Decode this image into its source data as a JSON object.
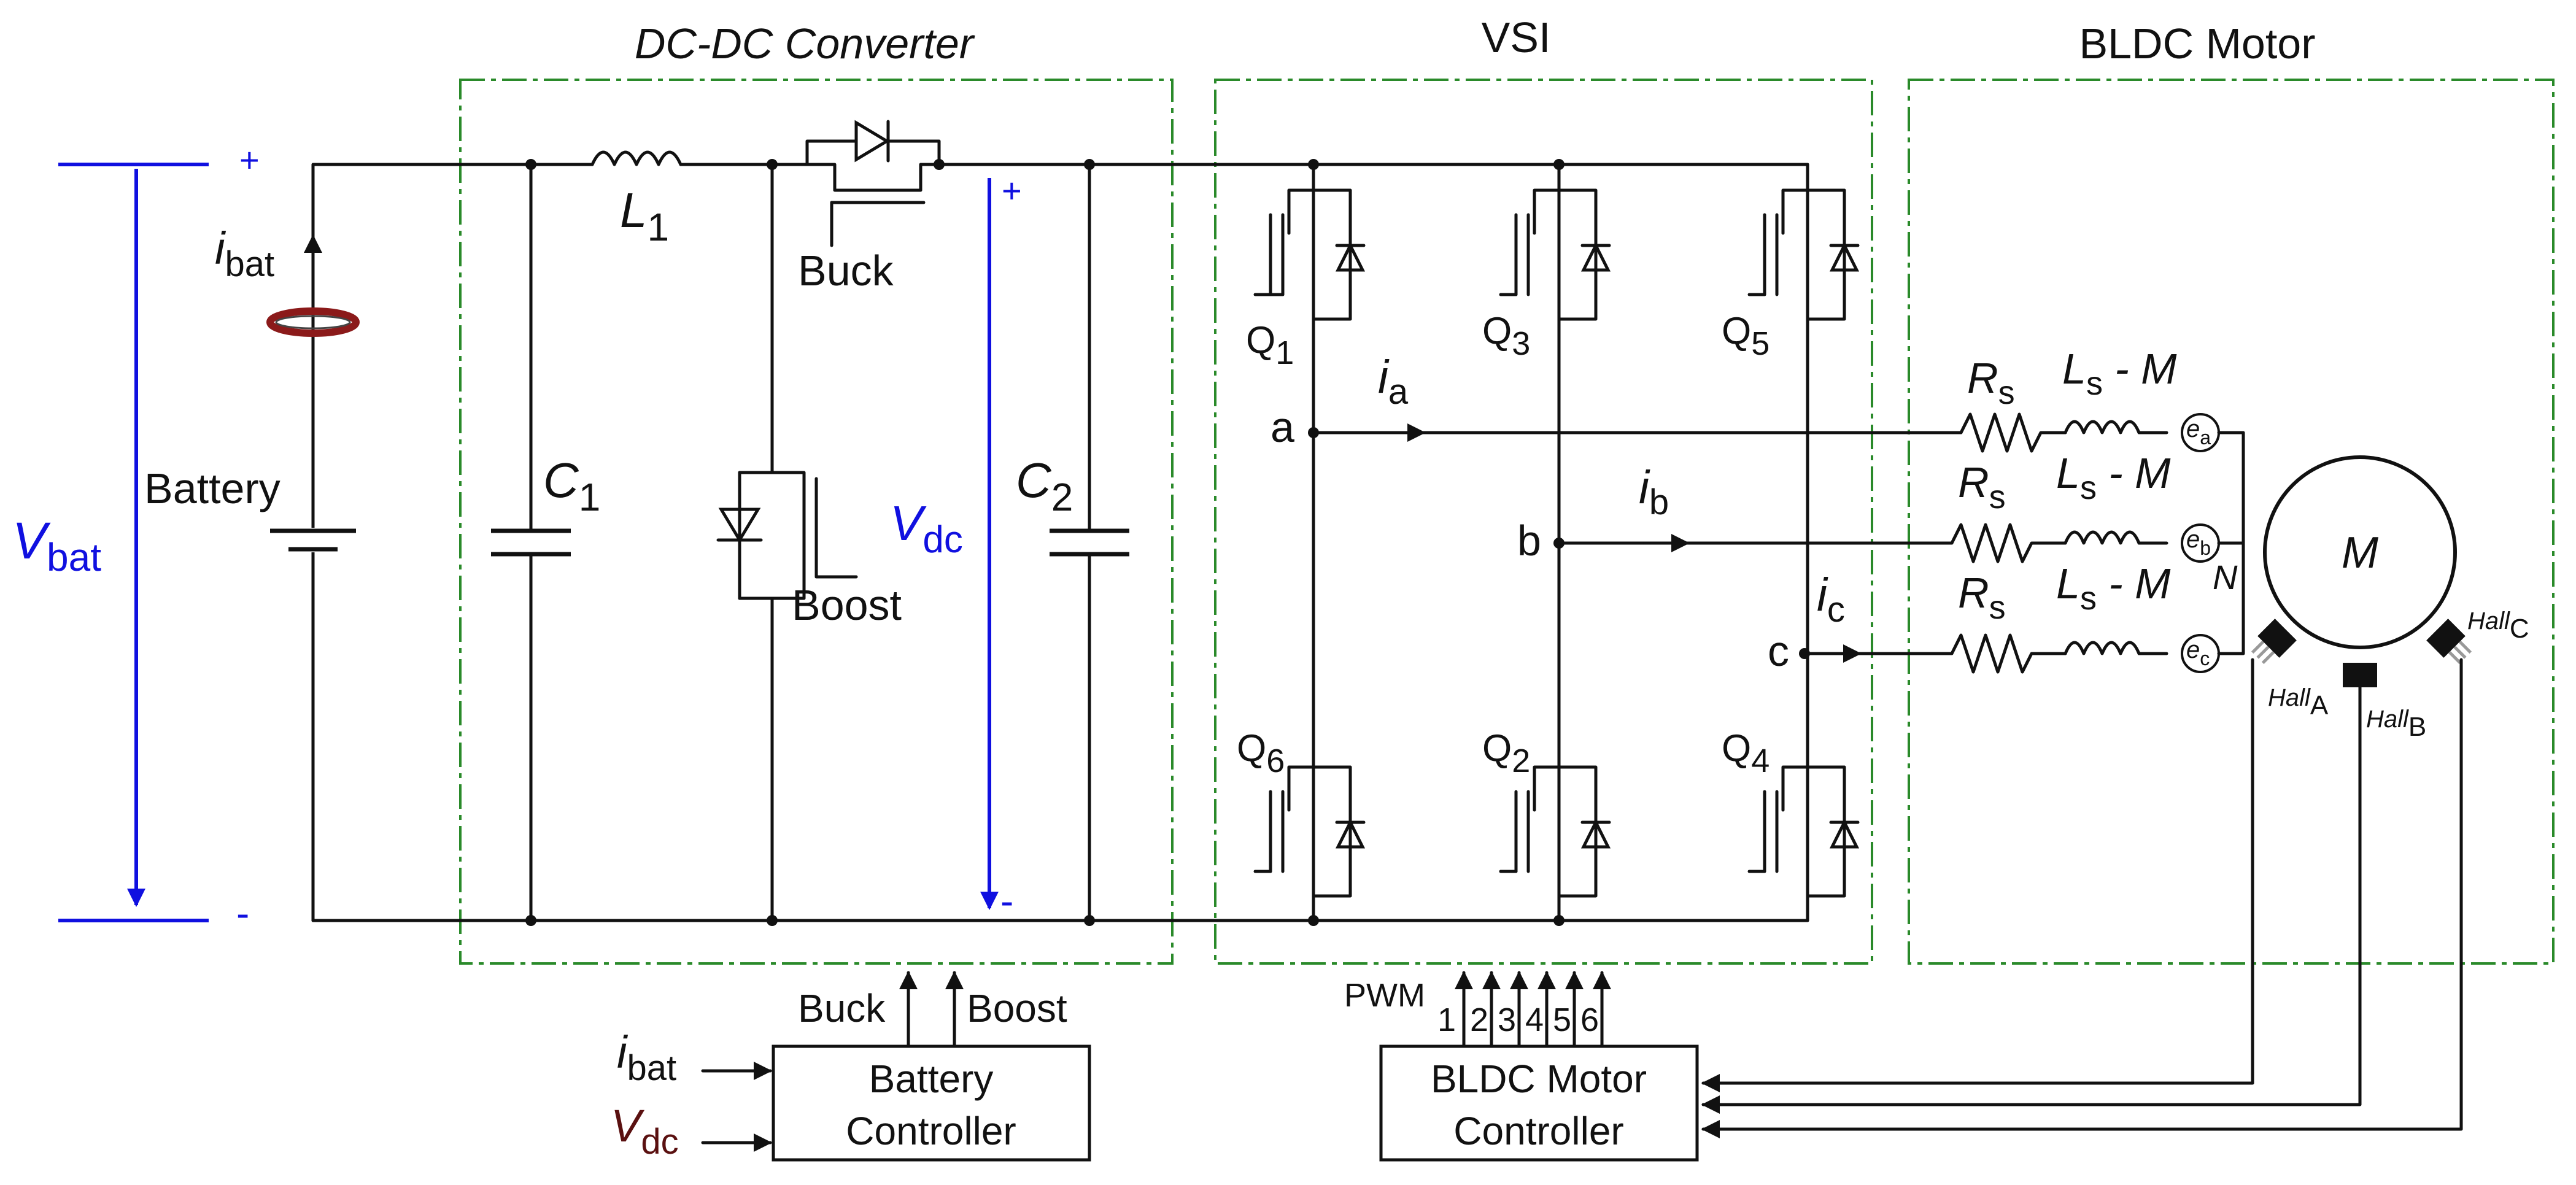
{
  "titles": {
    "dcdc": "DC-DC Converter",
    "vsi": "VSI",
    "bldc": "BLDC Motor"
  },
  "battery": {
    "label": "Battery",
    "vbat_main": "V",
    "vbat_sub": "bat",
    "ibat_main": "i",
    "ibat_sub": "bat",
    "plus": "+",
    "minus": "-"
  },
  "converter": {
    "l1_main": "L",
    "l1_sub": "1",
    "c1_main": "C",
    "c1_sub": "1",
    "c2_main": "C",
    "c2_sub": "2",
    "buck": "Buck",
    "boost": "Boost",
    "vdc_main": "V",
    "vdc_sub": "dc",
    "plus": "+",
    "minus": "-"
  },
  "vsi": {
    "switches": [
      {
        "main": "Q",
        "sub": "1"
      },
      {
        "main": "Q",
        "sub": "3"
      },
      {
        "main": "Q",
        "sub": "5"
      },
      {
        "main": "Q",
        "sub": "6"
      },
      {
        "main": "Q",
        "sub": "2"
      },
      {
        "main": "Q",
        "sub": "4"
      }
    ],
    "nodes": [
      "a",
      "b",
      "c"
    ],
    "currents": [
      {
        "main": "i",
        "sub": "a"
      },
      {
        "main": "i",
        "sub": "b"
      },
      {
        "main": "i",
        "sub": "c"
      }
    ]
  },
  "motor": {
    "phases": [
      {
        "rs_main": "R",
        "rs_sub": "s",
        "l_main": "L",
        "l_sub": "s",
        "l_tail": " - M",
        "e_main": "e",
        "e_sub": "a"
      },
      {
        "rs_main": "R",
        "rs_sub": "s",
        "l_main": "L",
        "l_sub": "s",
        "l_tail": " - M",
        "e_main": "e",
        "e_sub": "b"
      },
      {
        "rs_main": "R",
        "rs_sub": "s",
        "l_main": "L",
        "l_sub": "s",
        "l_tail": " - M",
        "e_main": "e",
        "e_sub": "c"
      }
    ],
    "neutral": "N",
    "motor_label": "M",
    "halls": [
      {
        "main": "Hall",
        "sub": "A"
      },
      {
        "main": "Hall",
        "sub": "B"
      },
      {
        "main": "Hall",
        "sub": "C"
      }
    ]
  },
  "battery_controller": {
    "line1": "Battery",
    "line2": "Controller",
    "in1_main": "i",
    "in1_sub": "bat",
    "in2_main": "V",
    "in2_sub": "dc",
    "out_buck": "Buck",
    "out_boost": "Boost"
  },
  "motor_controller": {
    "line1": "BLDC Motor",
    "line2": "Controller",
    "pwm": "PWM",
    "pwm_numbers": [
      "1",
      "2",
      "3",
      "4",
      "5",
      "6"
    ]
  },
  "colors": {
    "wire": "#111111",
    "voltage_arrow": "#1010e0",
    "block_border": "#2a8a2a",
    "current_sensor": "#8b1a1a",
    "vdc_input_label": "#5a1010"
  }
}
